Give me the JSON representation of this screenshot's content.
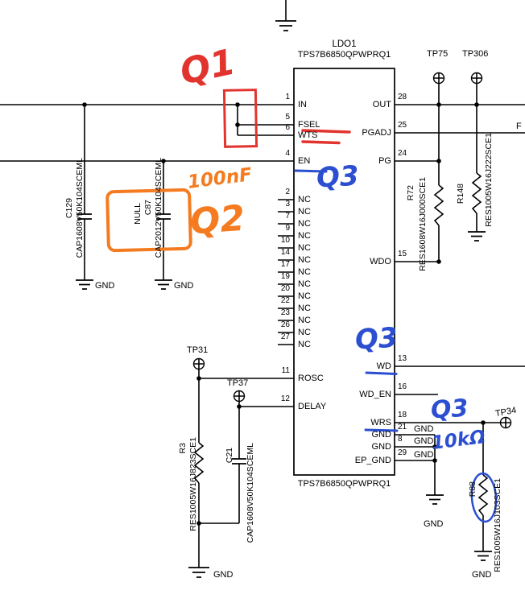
{
  "colors": {
    "annotation_red": "#e2342e",
    "annotation_orange": "#f47b20",
    "annotation_blue": "#2b4fd0",
    "wire": "#000000"
  },
  "ic": {
    "refdes": "LDO1",
    "part_number": "TPS7B6850QPWPRQ1",
    "part_number_bottom": "TPS7B6850QPWPRQ1",
    "left_pins": [
      {
        "num": "1",
        "name": "IN"
      },
      {
        "num": "5",
        "name": "FSEL"
      },
      {
        "num": "6",
        "name": "WTS"
      },
      {
        "num": "4",
        "name": "EN"
      },
      {
        "num": "2",
        "name": "NC"
      },
      {
        "num": "3",
        "name": "NC"
      },
      {
        "num": "7",
        "name": "NC"
      },
      {
        "num": "9",
        "name": "NC"
      },
      {
        "num": "10",
        "name": "NC"
      },
      {
        "num": "14",
        "name": "NC"
      },
      {
        "num": "17",
        "name": "NC"
      },
      {
        "num": "19",
        "name": "NC"
      },
      {
        "num": "20",
        "name": "NC"
      },
      {
        "num": "22",
        "name": "NC"
      },
      {
        "num": "23",
        "name": "NC"
      },
      {
        "num": "26",
        "name": "NC"
      },
      {
        "num": "27",
        "name": "NC"
      },
      {
        "num": "11",
        "name": "ROSC"
      },
      {
        "num": "12",
        "name": "DELAY"
      }
    ],
    "right_pins": [
      {
        "num": "28",
        "name": "OUT"
      },
      {
        "num": "25",
        "name": "PGADJ"
      },
      {
        "num": "24",
        "name": "PG"
      },
      {
        "num": "15",
        "name": "WDO"
      },
      {
        "num": "13",
        "name": "WD"
      },
      {
        "num": "16",
        "name": "WD_EN"
      },
      {
        "num": "18",
        "name": "WRS"
      },
      {
        "num": "21",
        "name": "GND"
      },
      {
        "num": "8",
        "name": "GND"
      },
      {
        "num": "29",
        "name": "EP_GND"
      }
    ]
  },
  "components": {
    "c129": {
      "refdes": "C129",
      "part": "CAP1608V50K104SCEML"
    },
    "c87": {
      "refdes": "C87",
      "value": "NULL",
      "part": "CAP2012V50K104SCEML"
    },
    "c21": {
      "refdes": "C21",
      "part": "CAP1608V50K104SCEML"
    },
    "r72": {
      "refdes": "R72",
      "part": "RES1608W16J000SCE1"
    },
    "r148": {
      "refdes": "R148",
      "part": "RES1005W16J222SCE1"
    },
    "r3": {
      "refdes": "R3",
      "part": "RES1005W16J823SCE1"
    },
    "r88": {
      "refdes": "R88",
      "part": "RES1005W16J103SCE1"
    }
  },
  "test_points": {
    "tp75": "TP75",
    "tp306": "TP306",
    "tp31": "TP31",
    "tp37": "TP37",
    "tp34": "TP34"
  },
  "labels": {
    "gnd": "GND",
    "net_stub": "F"
  },
  "annotations": {
    "q1": "Q1",
    "q2": "Q2",
    "q3": "Q3",
    "value_100nf": "100nF",
    "value_10k": "10kΩ"
  }
}
